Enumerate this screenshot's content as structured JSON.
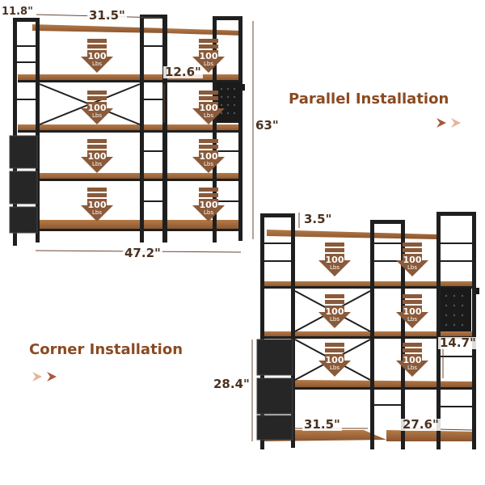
{
  "labels": {
    "parallel_installation": "Parallel Installation",
    "corner_installation": "Corner Installation"
  },
  "dimensions": {
    "parallel": {
      "depth": "11.8\"",
      "width_left": "31.5\"",
      "shelf_gap": "12.6\"",
      "height": "63\"",
      "total_width": "47.2\""
    },
    "corner": {
      "top_gap": "3.5\"",
      "side_height": "14.7\"",
      "lower_height": "28.4\"",
      "width_left": "31.5\"",
      "width_right": "27.6\""
    }
  },
  "load": {
    "value": "100",
    "unit": "Lbs"
  },
  "colors": {
    "frame": "#1f1f1f",
    "wood": "#a0693c",
    "wood_dark": "#7a4a25",
    "badge": "#8a5a3a",
    "accent_text": "#8a4a22",
    "arrow_light": "#e6b49a",
    "arrow_dark": "#a8583a"
  },
  "icons": [
    "weight-arrow-icon",
    "double-chevron-icon"
  ]
}
